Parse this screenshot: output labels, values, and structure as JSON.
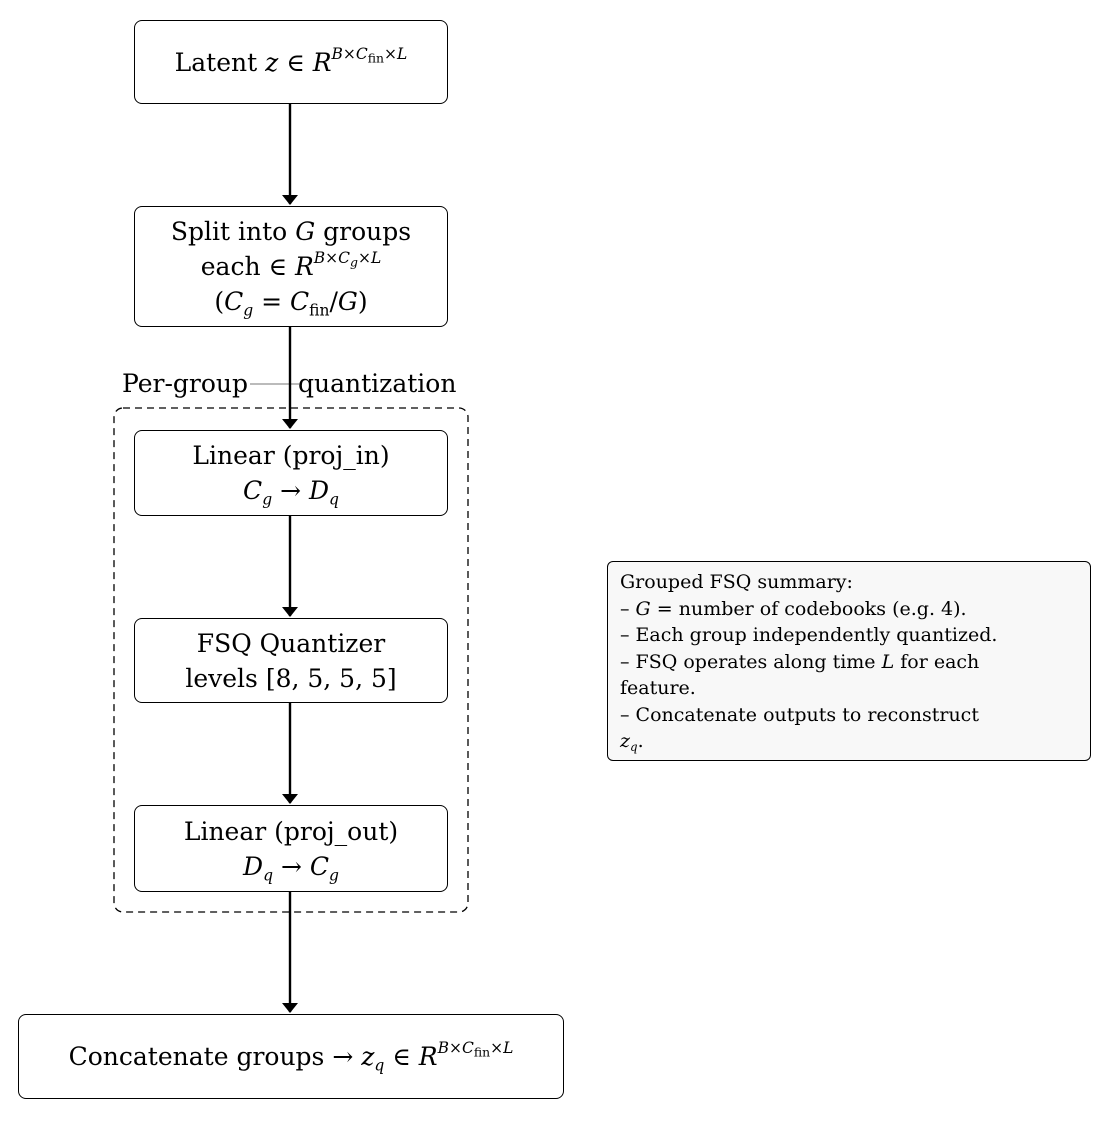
{
  "diagram": {
    "nodes": {
      "latent": {
        "prefix": "Latent ",
        "var": "z",
        "rel": " ∈ ",
        "set": "R",
        "exp_a": "B×C",
        "exp_sub": "fin",
        "exp_b": "×L"
      },
      "split": {
        "line1_prefix": "Split into ",
        "line1_var": "G",
        "line1_suffix": " groups",
        "line2_prefix": "each ∈ ",
        "line2_set": "R",
        "line2_exp_a": "B×C",
        "line2_exp_sub": "g",
        "line2_exp_b": "×L",
        "line3_open": "(",
        "line3_c": "C",
        "line3_sub": "g",
        "line3_eq": " = ",
        "line3_c2": "C",
        "line3_sub2": "fin",
        "line3_div": "/",
        "line3_g": "G",
        "line3_close": ")"
      },
      "proj_in": {
        "line1": "Linear (proj_in)",
        "from": "C",
        "from_sub": "g",
        "arrow": " → ",
        "to": "D",
        "to_sub": "q"
      },
      "fsq": {
        "line1": "FSQ Quantizer",
        "line2": "levels [8, 5, 5, 5]"
      },
      "proj_out": {
        "line1": "Linear (proj_out)",
        "from": "D",
        "from_sub": "q",
        "arrow": " → ",
        "to": "C",
        "to_sub": "g"
      },
      "concat": {
        "prefix": "Concatenate groups → ",
        "var": "z",
        "var_sub": "q",
        "rel": " ∈ ",
        "set": "R",
        "exp_a": "B×C",
        "exp_sub": "fin",
        "exp_b": "×L"
      }
    },
    "cluster": {
      "label_left": "Per-group",
      "label_right": "quantization"
    },
    "summary": {
      "title": "Grouped FSQ summary:",
      "l1_a": "– ",
      "l1_var": "G",
      "l1_b": " = number of codebooks (e.g. 4).",
      "l2": "– Each group independently quantized.",
      "l3_a": "– FSQ operates along time ",
      "l3_var": "L",
      "l3_b": " for each",
      "l4": "feature.",
      "l5": "– Concatenate outputs to reconstruct",
      "l6_var": "z",
      "l6_sub": "q",
      "l6_end": "."
    }
  }
}
